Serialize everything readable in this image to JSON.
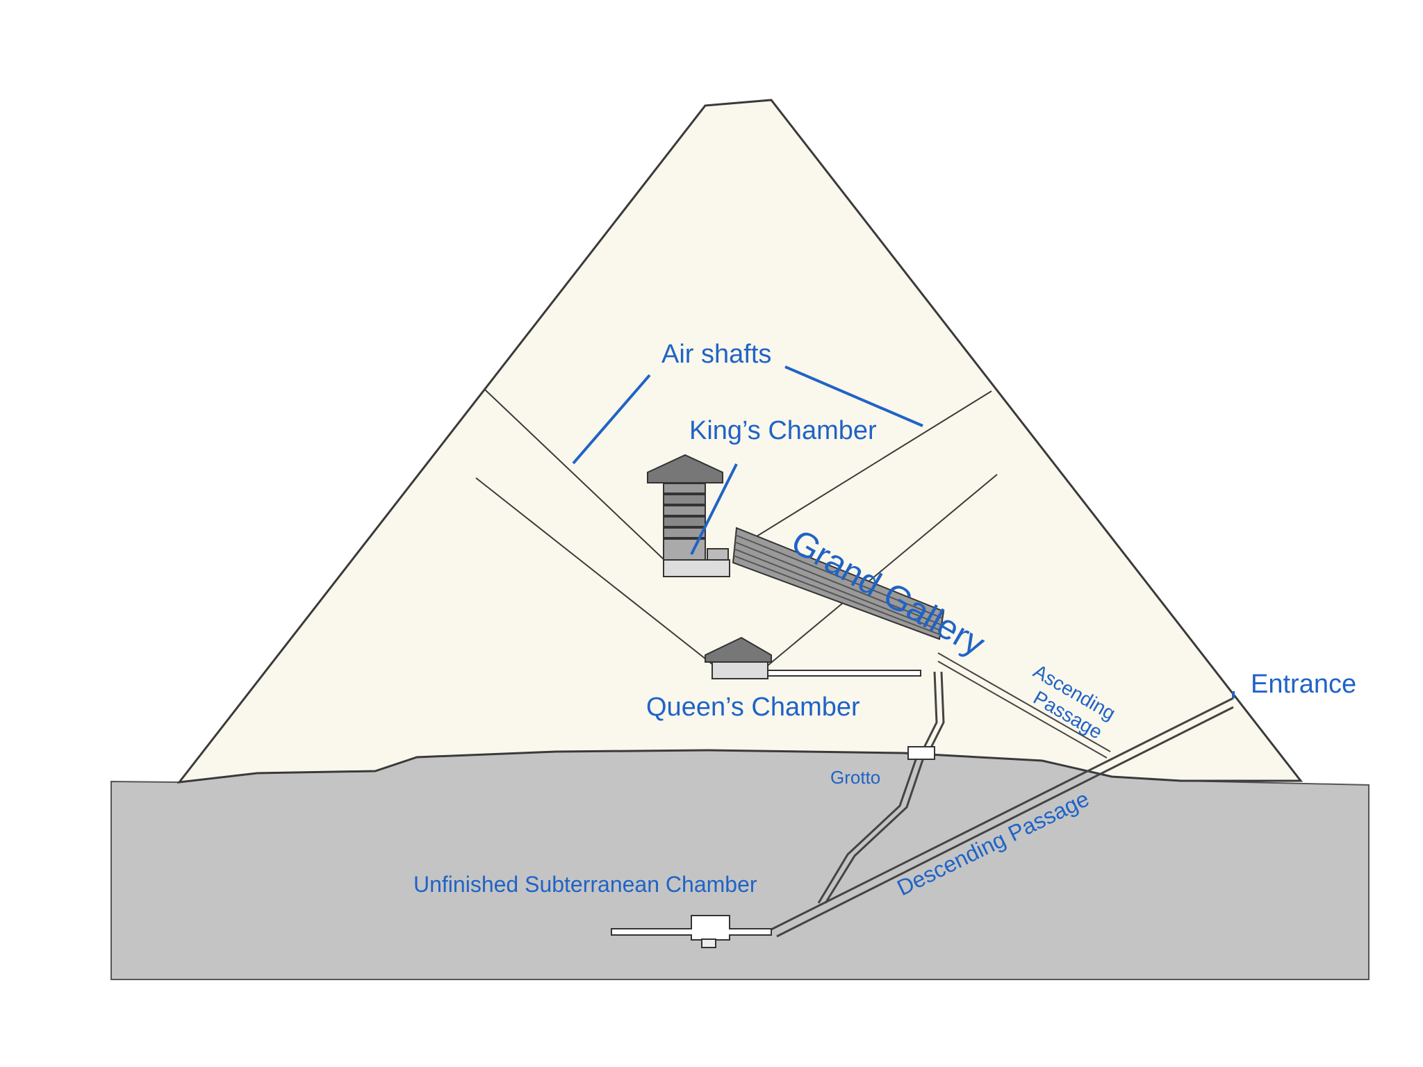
{
  "diagram": {
    "labels": {
      "air_shafts": "Air shafts",
      "kings_chamber": "King’s Chamber",
      "grand_gallery": "Grand Gallery",
      "ascending_passage_line1": "Ascending",
      "ascending_passage_line2": "Passage",
      "entrance": "Entrance",
      "queens_chamber": "Queen’s Chamber",
      "grotto": "Grotto",
      "descending_passage": "Descending Passage",
      "subterranean_chamber": "Unfinished Subterranean Chamber"
    },
    "colors": {
      "label_blue": "#1f63c6",
      "pyramid_fill": "#faf7ec",
      "bedrock_fill": "#c4c4c4",
      "outline": "#3a3a3a"
    }
  }
}
